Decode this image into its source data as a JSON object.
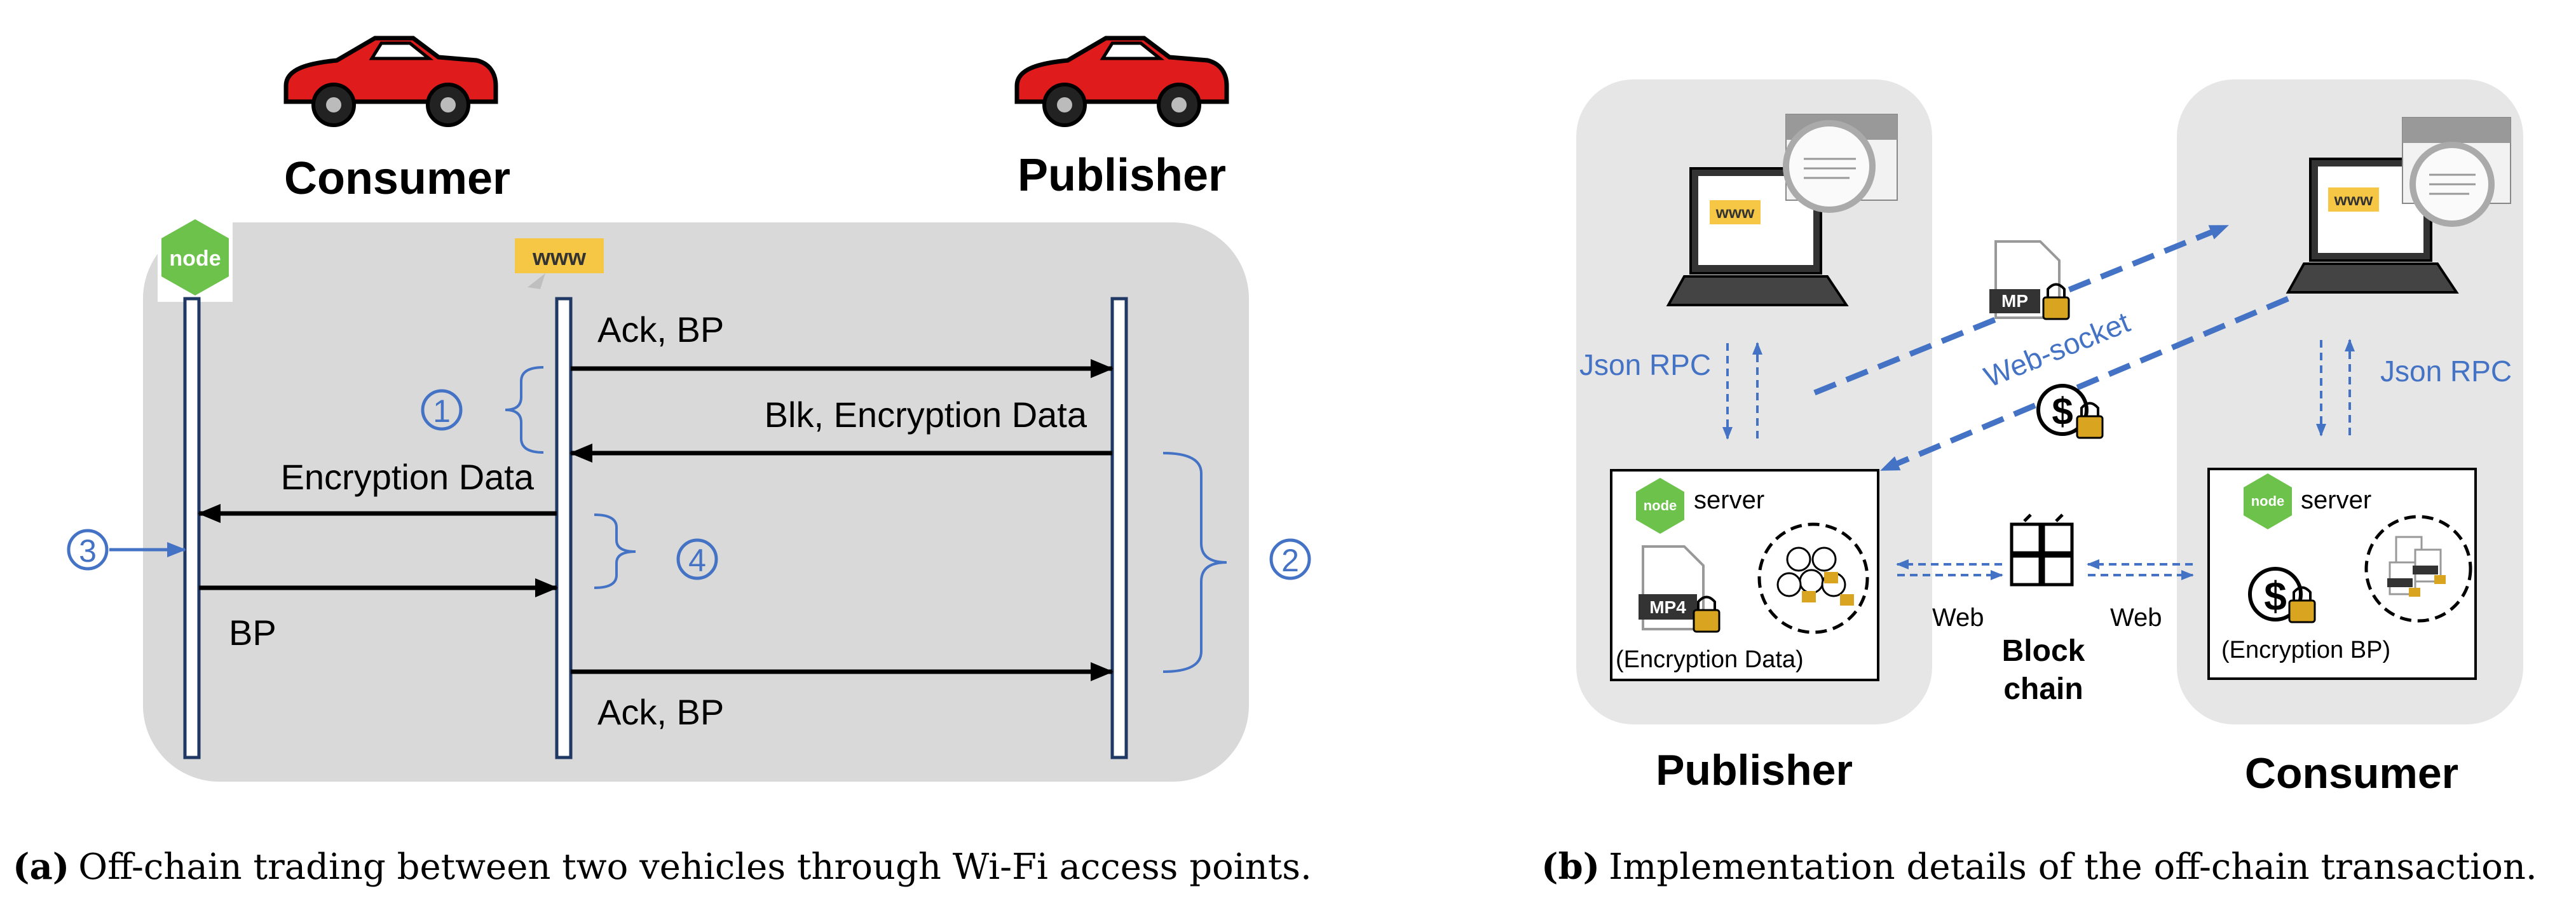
{
  "panel_a": {
    "consumer_label": "Consumer",
    "publisher_label": "Publisher",
    "node_icon_text": "node",
    "www_icon_text": "www",
    "msg_ack_bp_top": "Ack, BP",
    "msg_blk_enc": "Blk, Encryption Data",
    "msg_enc_data": "Encryption Data",
    "msg_bp": "BP",
    "msg_ack_bp_bottom": "Ack, BP",
    "step1": "1",
    "step2": "2",
    "step3": "3",
    "step4": "4",
    "caption_tag": "(a)",
    "caption_text": "Off-chain trading between two vehicles through Wi-Fi access points.",
    "colors": {
      "lane_bg": "#d9d9d9",
      "step_blue": "#4472c4",
      "car_red": "#e01b1b"
    }
  },
  "panel_b": {
    "left_json_rpc": "Json RPC",
    "right_json_rpc": "Json RPC",
    "web_socket": "Web-socket",
    "server_left": "server",
    "server_right": "server",
    "mp4_label": "MP4",
    "enc_data_label": "(Encryption Data)",
    "enc_bp_label": "(Encryption BP)",
    "web_left": "Web",
    "web_right": "Web",
    "blockchain_line1": "Block",
    "blockchain_line2": "chain",
    "publisher_label": "Publisher",
    "consumer_label": "Consumer",
    "caption_tag": "(b)",
    "caption_text": "Implementation details of the off-chain transaction.",
    "colors": {
      "panel_bg": "#e6e6e6",
      "link_blue": "#4472c4",
      "lock_gold": "#d9a520",
      "node_green": "#6cc24a"
    }
  }
}
